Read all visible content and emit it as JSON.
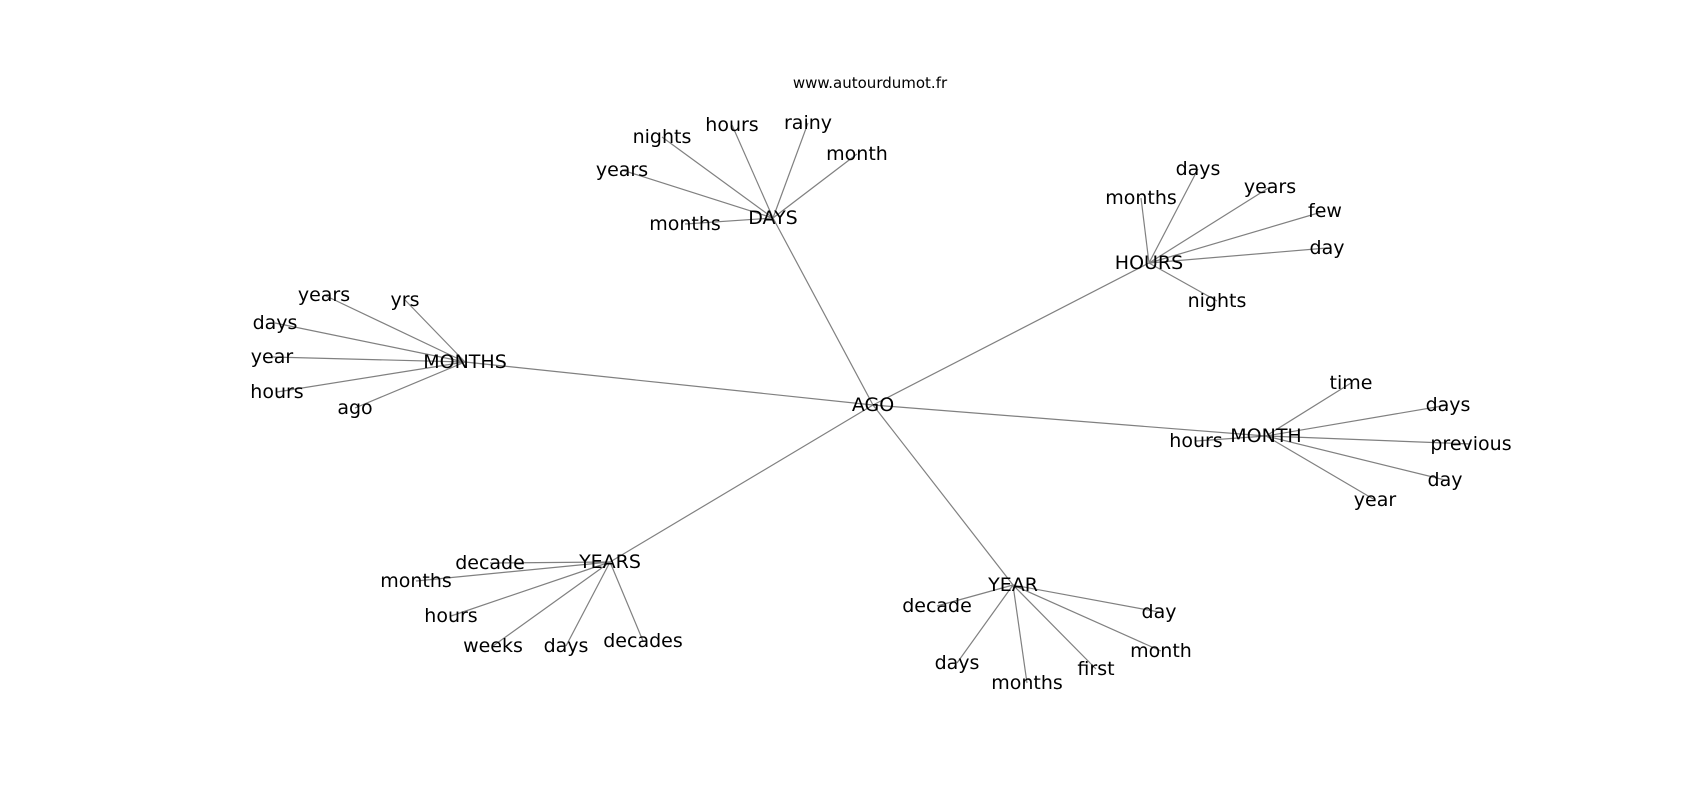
{
  "source_url": "www.autourdumot.fr",
  "edge_color": "#808080",
  "text_color": "#000000",
  "root": {
    "id": "ago",
    "label": "AGO"
  },
  "hubs": [
    {
      "id": "days",
      "label": "DAYS",
      "children": [
        {
          "id": "days-nights",
          "label": "nights"
        },
        {
          "id": "days-hours",
          "label": "hours"
        },
        {
          "id": "days-rainy",
          "label": "rainy"
        },
        {
          "id": "days-month",
          "label": "month"
        },
        {
          "id": "days-years",
          "label": "years"
        },
        {
          "id": "days-months",
          "label": "months"
        }
      ]
    },
    {
      "id": "hours",
      "label": "HOURS",
      "children": [
        {
          "id": "hours-days",
          "label": "days"
        },
        {
          "id": "hours-years",
          "label": "years"
        },
        {
          "id": "hours-months",
          "label": "months"
        },
        {
          "id": "hours-few",
          "label": "few"
        },
        {
          "id": "hours-day",
          "label": "day"
        },
        {
          "id": "hours-nights",
          "label": "nights"
        }
      ]
    },
    {
      "id": "months",
      "label": "MONTHS",
      "children": [
        {
          "id": "months-years",
          "label": "years"
        },
        {
          "id": "months-yrs",
          "label": "yrs"
        },
        {
          "id": "months-days",
          "label": "days"
        },
        {
          "id": "months-year",
          "label": "year"
        },
        {
          "id": "months-hours",
          "label": "hours"
        },
        {
          "id": "months-ago",
          "label": "ago"
        }
      ]
    },
    {
      "id": "month",
      "label": "MONTH",
      "children": [
        {
          "id": "month-time",
          "label": "time"
        },
        {
          "id": "month-days",
          "label": "days"
        },
        {
          "id": "month-hours",
          "label": "hours"
        },
        {
          "id": "month-previous",
          "label": "previous"
        },
        {
          "id": "month-day",
          "label": "day"
        },
        {
          "id": "month-year",
          "label": "year"
        }
      ]
    },
    {
      "id": "years",
      "label": "YEARS",
      "children": [
        {
          "id": "years-decade",
          "label": "decade"
        },
        {
          "id": "years-months",
          "label": "months"
        },
        {
          "id": "years-hours",
          "label": "hours"
        },
        {
          "id": "years-weeks",
          "label": "weeks"
        },
        {
          "id": "years-days",
          "label": "days"
        },
        {
          "id": "years-decades",
          "label": "decades"
        }
      ]
    },
    {
      "id": "year",
      "label": "YEAR",
      "children": [
        {
          "id": "year-decade",
          "label": "decade"
        },
        {
          "id": "year-day",
          "label": "day"
        },
        {
          "id": "year-month",
          "label": "month"
        },
        {
          "id": "year-days",
          "label": "days"
        },
        {
          "id": "year-months",
          "label": "months"
        },
        {
          "id": "year-first",
          "label": "first"
        }
      ]
    }
  ]
}
